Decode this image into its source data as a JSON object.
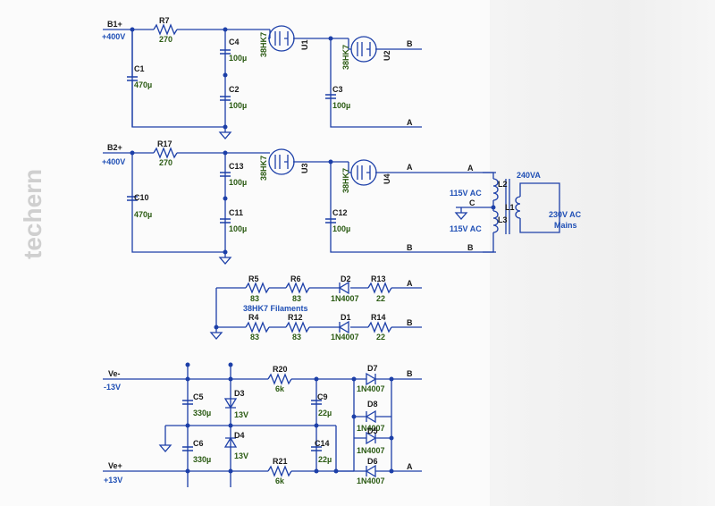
{
  "colors": {
    "wire": "#1c3fa8",
    "refdes": "#1a1a1a",
    "value": "#2a5a12",
    "note": "#1f4fb5"
  },
  "supply1": {
    "node": "B1+",
    "voltage": "+400V",
    "R7": "R7",
    "R7v": "270",
    "C1": "C1",
    "C1v": "470µ",
    "C4": "C4",
    "C4v": "100µ",
    "C2": "C2",
    "C2v": "100µ",
    "U1": "U1",
    "U1t": "38HK7",
    "U2": "U2",
    "U2t": "38HK7",
    "C3": "C3",
    "C3v": "100µ",
    "B": "B",
    "A": "A"
  },
  "supply2": {
    "node": "B2+",
    "voltage": "+400V",
    "R17": "R17",
    "R17v": "270",
    "C10": "C10",
    "C10v": "470µ",
    "C13": "C13",
    "C13v": "100µ",
    "C11": "C11",
    "C11v": "100µ",
    "U3": "U3",
    "U3t": "38HK7",
    "U4": "U4",
    "U4t": "38HK7",
    "C12": "C12",
    "C12v": "100µ",
    "A": "A",
    "B": "B"
  },
  "transformer": {
    "A": "A",
    "C": "C",
    "B": "B",
    "L2": "L2",
    "L3": "L3",
    "L1": "L1",
    "sec_top": "115V AC",
    "sec_bot": "115V AC",
    "rating": "240VA",
    "primary": "230V AC",
    "primary2": "Mains"
  },
  "filaments": {
    "label": "38HK7 Filaments",
    "R5": "R5",
    "R5v": "83",
    "R6": "R6",
    "R6v": "83",
    "D2": "D2",
    "D2v": "1N4007",
    "R13": "R13",
    "R13v": "22",
    "A": "A",
    "R4": "R4",
    "R4v": "83",
    "R12": "R12",
    "R12v": "83",
    "D1": "D1",
    "D1v": "1N4007",
    "R14": "R14",
    "R14v": "22",
    "B": "B"
  },
  "bias": {
    "vneg": "Ve-",
    "vneg_v": "-13V",
    "vpos": "Ve+",
    "vpos_v": "+13V",
    "C5": "C5",
    "C5v": "330µ",
    "C6": "C6",
    "C6v": "330µ",
    "D3": "D3",
    "D3v": "13V",
    "D4": "D4",
    "D4v": "13V",
    "R20": "R20",
    "R20v": "6k",
    "R21": "R21",
    "R21v": "6k",
    "C9": "C9",
    "C9v": "22µ",
    "C14": "C14",
    "C14v": "22µ",
    "D7": "D7",
    "D7v": "1N4007",
    "D8": "D8",
    "D8v": "1N4007",
    "D5": "D5",
    "D5v": "1N4007",
    "D6": "D6",
    "D6v": "1N4007",
    "B": "B",
    "A": "A"
  },
  "watermark": "techern"
}
